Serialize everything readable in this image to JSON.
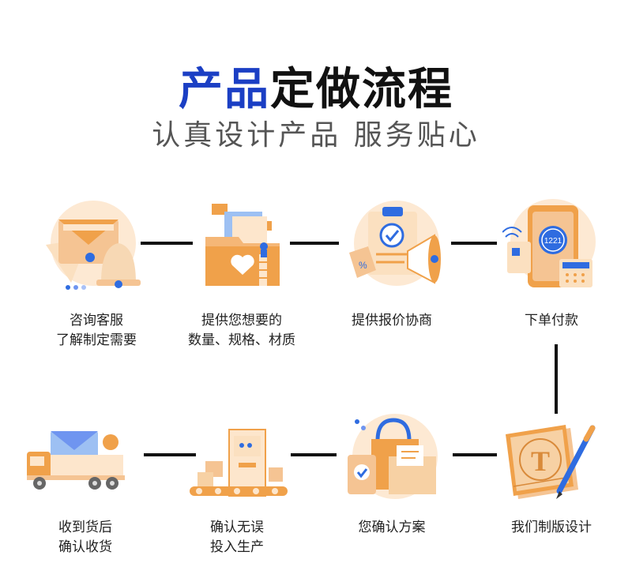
{
  "header": {
    "title_accent": "产品",
    "title_rest": "定做流程",
    "subtitle": "认真设计产品 服务贴心"
  },
  "colors": {
    "accent_blue": "#1b3fc4",
    "icon_orange": "#f0a14a",
    "icon_light": "#fde6cc",
    "icon_blue": "#2f6ce0",
    "connector": "#111111"
  },
  "steps": [
    {
      "icon": "envelope-bell-icon",
      "lines": [
        "咨询客服",
        "了解制定需要"
      ]
    },
    {
      "icon": "folder-files-icon",
      "lines": [
        "提供您想要的",
        "数量、规格、材质"
      ]
    },
    {
      "icon": "clipboard-tag-megaphone-icon",
      "lines": [
        "提供报价协商"
      ]
    },
    {
      "icon": "phone-payment-icon",
      "lines": [
        "下单付款"
      ],
      "badge": "1221"
    },
    {
      "icon": "design-board-pen-icon",
      "lines": [
        "我们制版设计"
      ]
    },
    {
      "icon": "shopping-bag-box-icon",
      "lines": [
        "您确认方案"
      ]
    },
    {
      "icon": "conveyor-machine-icon",
      "lines": [
        "确认无误",
        "投入生产"
      ]
    },
    {
      "icon": "delivery-truck-icon",
      "lines": [
        "收到货后",
        "确认收货"
      ]
    }
  ]
}
